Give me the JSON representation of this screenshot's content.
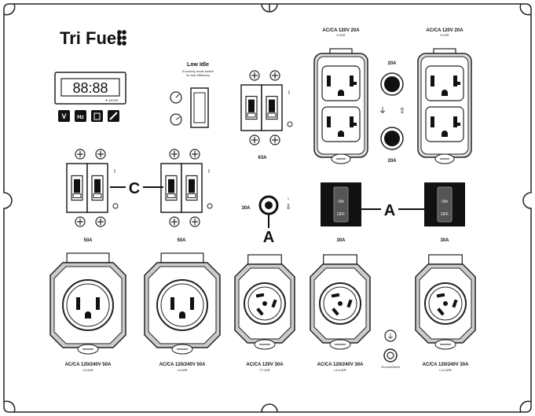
{
  "brand": {
    "name": "Tri Fuel"
  },
  "display": {
    "readout": "88:88",
    "unit_labels": [
      "V",
      "Hz"
    ]
  },
  "low_idle": {
    "title": "Low Idle",
    "subtitle": "Economy mode switch\nfor fuel efficiency"
  },
  "breakers": {
    "top_pair_label": "63A",
    "left_pair_label": "50A",
    "right_pair_label": "50A",
    "on_mark": "I",
    "off_mark": "O"
  },
  "outlets_top": {
    "left_label": "AC/CA 120V 20A",
    "right_label": "AC/CA 120V 20A",
    "sub_label": "5-20R"
  },
  "fuses": {
    "upper": "20A",
    "lower": "20A"
  },
  "small_breaker": {
    "label": "30A"
  },
  "rocker_switches": {
    "on": "ON",
    "off": "OFF",
    "left_label": "30A",
    "right_label": "30A"
  },
  "callouts": {
    "a_left": "A",
    "a_right": "A",
    "c": "C"
  },
  "bottom_outlets": [
    {
      "label": "AC/CA 120/240V 50A",
      "sub": "14-50R"
    },
    {
      "label": "AC/CA 120/240V 50A",
      "sub": "14-50R"
    },
    {
      "label": "AC/CA 120V 30A",
      "sub": "TT-30R"
    },
    {
      "label": "AC/CA 120/240V 30A",
      "sub": "L14-30R"
    },
    {
      "label": "AC/CA 120/240V 30A",
      "sub": "L14-30R"
    }
  ],
  "ground": {
    "label": "Ground/Earth"
  }
}
